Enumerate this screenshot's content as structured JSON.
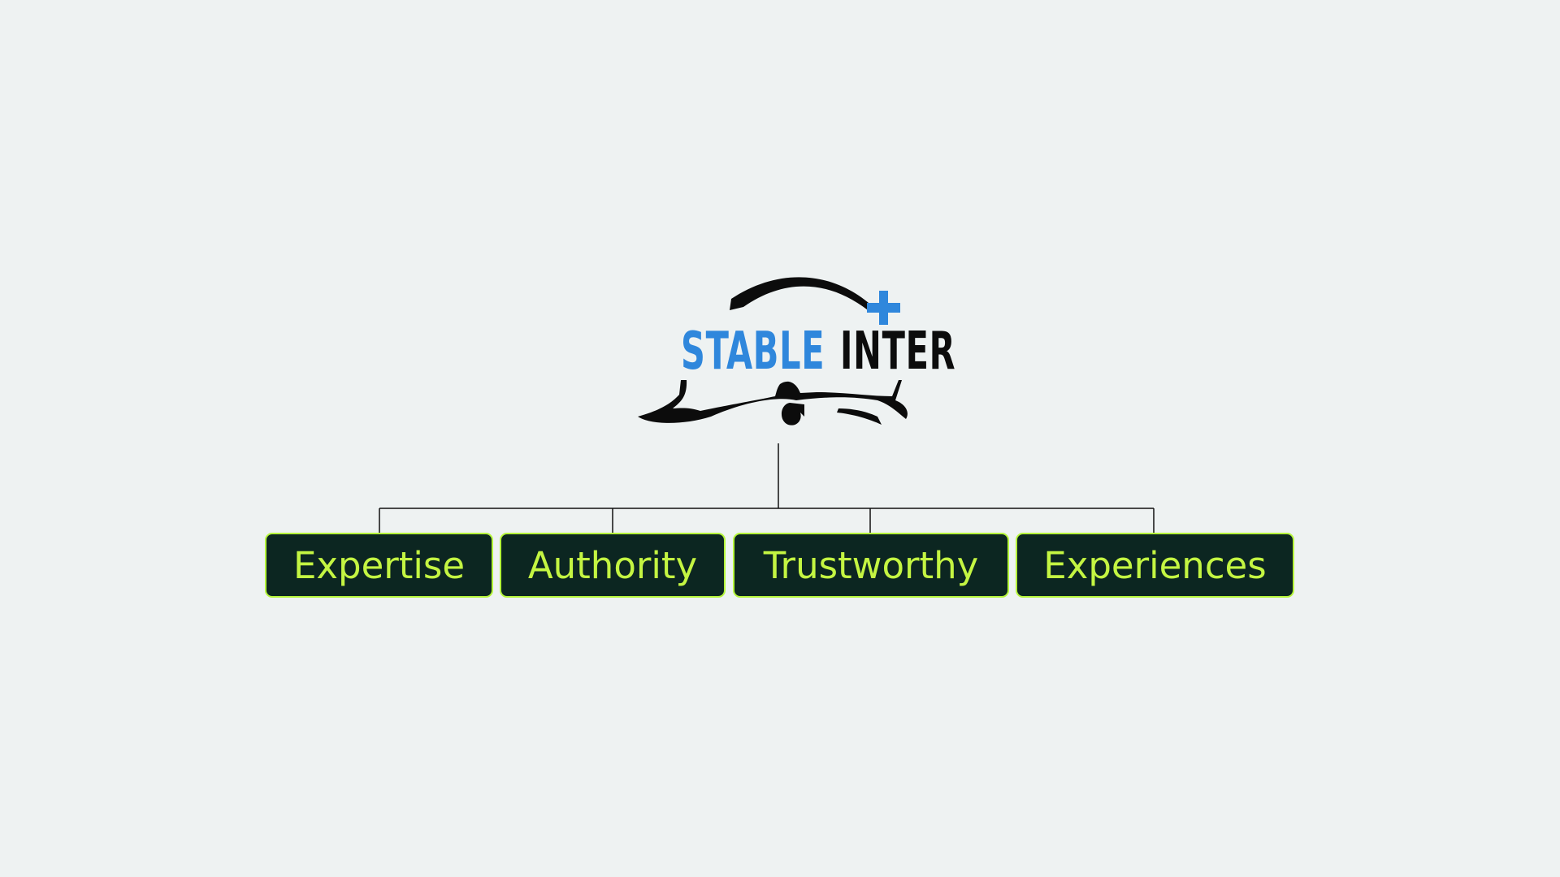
{
  "logo": {
    "word_a": "STABLE",
    "word_b": "INTER",
    "plus_symbol": "+",
    "colors": {
      "accent": "#2f87dc",
      "dark": "#0c0c0c"
    }
  },
  "diagram": {
    "type": "tree",
    "root": "STABLE INTER logo",
    "nodes": [
      {
        "label": "Expertise"
      },
      {
        "label": "Authority"
      },
      {
        "label": "Trustworthy"
      },
      {
        "label": "Experiences"
      }
    ],
    "colors": {
      "node_fill": "#0c2621",
      "node_text": "#c4f542",
      "node_border": "#b5f53b",
      "connector": "#111111",
      "background": "#eef2f2"
    }
  }
}
